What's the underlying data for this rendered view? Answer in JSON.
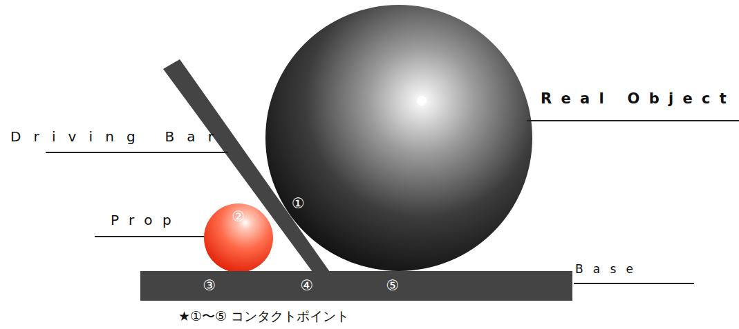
{
  "diagram": {
    "caption": "★①〜⑤ コンタクトポイント",
    "nodes": [
      {
        "text": [
          "②"
        ]
      },
      {
        "text": [
          "③",
          "④",
          "⑤"
        ]
      }
    ],
    "labels": [
      "Real Object",
      "Driving Bar",
      "Prop",
      "Base",
      "①"
    ]
  }
}
